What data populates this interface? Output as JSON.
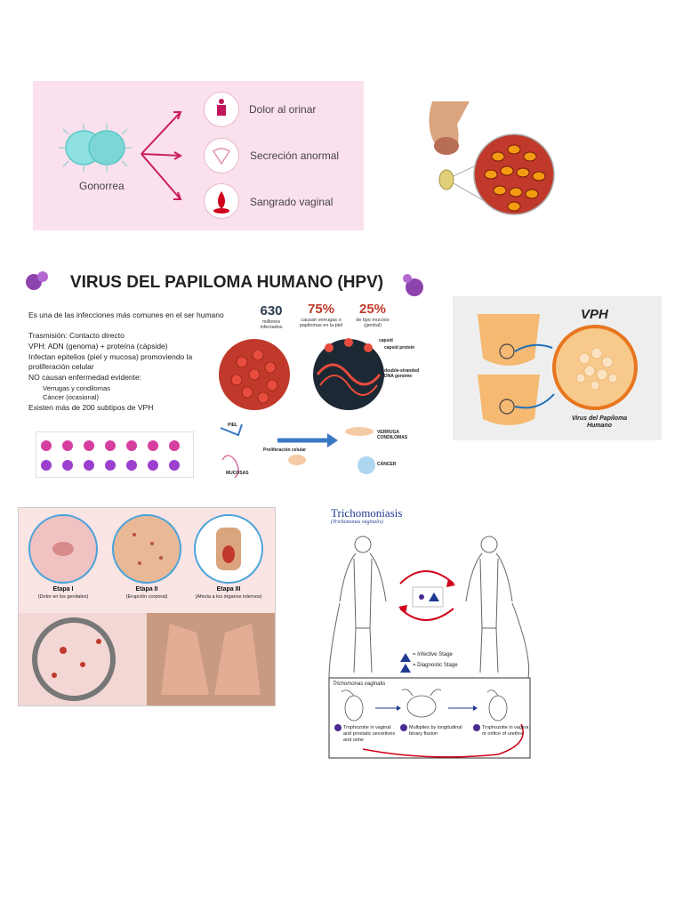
{
  "gonorrea": {
    "label": "Gonorrea",
    "symptoms": [
      "Dolor al orinar",
      "Secreción anormal",
      "Sangrado vaginal"
    ]
  },
  "hpv": {
    "title": "VIRUS DEL PAPILOMA HUMANO (HPV)",
    "bullets": [
      "Es una de las infecciones más comunes en el ser humano",
      "Trasmisión: Contacto directo",
      "VPH: ADN (genoma) + proteína (cápside)",
      "Infectan epitelios (piel y mucosa) promoviendo la proliferación celular",
      "NO causan enfermedad evidente:",
      "Verrugas y condilomas",
      "Cáncer (ocasional)",
      "Existen más de 200 subtipos de VPH"
    ],
    "stats": [
      {
        "value": "630",
        "text": "millones infectados"
      },
      {
        "value": "75%",
        "text": "causan verrugas o papilomas en la piel"
      },
      {
        "value": "25%",
        "text": "de tipo mucoso (genital)"
      }
    ],
    "labels": {
      "capsid": "capsid",
      "capsid_protein": "capsid protein",
      "dna": "double-stranded DNA genome",
      "piel": "PIEL",
      "mucosas": "MUCOSAS",
      "proliferacion": "Proliferación celular",
      "verruga": "VERRUGA CONDILOMAS",
      "cancer": "CÁNCER"
    }
  },
  "vph": {
    "title": "VPH",
    "caption": "Virus del Papiloma Humano"
  },
  "sifilis": {
    "etapas": [
      {
        "name": "Etapa I",
        "desc": "(Dolor en los genitales)"
      },
      {
        "name": "Etapa II",
        "desc": "(Erupción corporal)"
      },
      {
        "name": "Etapa III",
        "desc": "(Afecta a los órganos internos)"
      }
    ]
  },
  "trichomoniasis": {
    "title": "Trichomoniasis",
    "subtitle": "(Trichomonas vaginalis)",
    "legend_infective": "= Infective Stage",
    "legend_diagnostic": "= Diagnostic Stage",
    "box_title": "Trichomonas vaginalis",
    "steps": [
      "Trophozoite in vaginal and prostatic secretions and urine",
      "Multiplies by longitudinal binary fission",
      "Trophozoite in vagina or orifice of urethra"
    ]
  }
}
